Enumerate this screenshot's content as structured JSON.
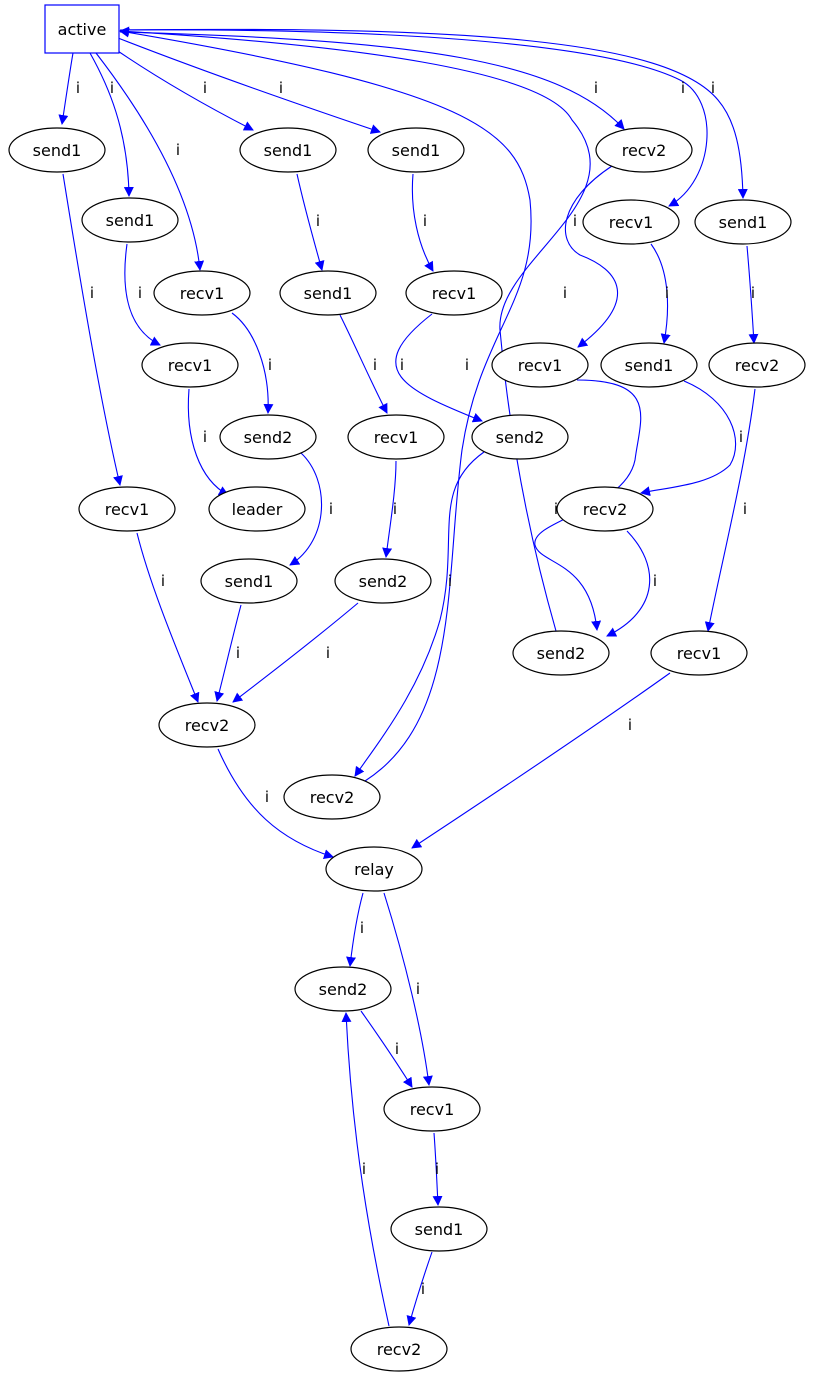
{
  "graph": {
    "edge_color": "#0000ff",
    "node_stroke_color": "#000000",
    "start_stroke_color": "#0000ff",
    "edge_label": "i",
    "nodes": [
      {
        "id": "n_active",
        "label": "active",
        "shape": "box"
      },
      {
        "id": "n_s1a",
        "label": "send1"
      },
      {
        "id": "n_s1b",
        "label": "send1"
      },
      {
        "id": "n_r1a",
        "label": "recv1"
      },
      {
        "id": "n_s1c",
        "label": "send1"
      },
      {
        "id": "n_s1d",
        "label": "send1"
      },
      {
        "id": "n_r2a",
        "label": "recv2"
      },
      {
        "id": "n_r1b",
        "label": "recv1"
      },
      {
        "id": "n_s1e",
        "label": "send1"
      },
      {
        "id": "n_r1c",
        "label": "recv1"
      },
      {
        "id": "n_s1f",
        "label": "send1"
      },
      {
        "id": "n_r1d",
        "label": "recv1"
      },
      {
        "id": "n_r1e",
        "label": "recv1"
      },
      {
        "id": "n_s1g",
        "label": "send1"
      },
      {
        "id": "n_r2b",
        "label": "recv2"
      },
      {
        "id": "n_s2a",
        "label": "send2"
      },
      {
        "id": "n_r1f",
        "label": "recv1"
      },
      {
        "id": "n_s2b",
        "label": "send2"
      },
      {
        "id": "n_r1g",
        "label": "recv1"
      },
      {
        "id": "n_leader",
        "label": "leader"
      },
      {
        "id": "n_r2c",
        "label": "recv2"
      },
      {
        "id": "n_s1h",
        "label": "send1"
      },
      {
        "id": "n_s2c",
        "label": "send2"
      },
      {
        "id": "n_s2d",
        "label": "send2"
      },
      {
        "id": "n_r1h",
        "label": "recv1"
      },
      {
        "id": "n_r2d",
        "label": "recv2"
      },
      {
        "id": "n_r2e",
        "label": "recv2"
      },
      {
        "id": "n_relay",
        "label": "relay"
      },
      {
        "id": "n_s2e",
        "label": "send2"
      },
      {
        "id": "n_r1i",
        "label": "recv1"
      },
      {
        "id": "n_s1i",
        "label": "send1"
      },
      {
        "id": "n_r2f",
        "label": "recv2"
      }
    ],
    "edges": [
      {
        "from": "n_active",
        "to": "n_s1a"
      },
      {
        "from": "n_active",
        "to": "n_s1b"
      },
      {
        "from": "n_active",
        "to": "n_r1a"
      },
      {
        "from": "n_active",
        "to": "n_s1c"
      },
      {
        "from": "n_active",
        "to": "n_s1d"
      },
      {
        "from": "n_active",
        "to": "n_r2a"
      },
      {
        "from": "n_active",
        "to": "n_r1b"
      },
      {
        "from": "n_active",
        "to": "n_s1e"
      },
      {
        "from": "n_s1a",
        "to": "n_r1g"
      },
      {
        "from": "n_s1b",
        "to": "n_r1d"
      },
      {
        "from": "n_r1d",
        "to": "n_leader"
      },
      {
        "from": "n_r1a",
        "to": "n_s2a"
      },
      {
        "from": "n_s2a",
        "to": "n_s1h"
      },
      {
        "from": "n_s1c",
        "to": "n_s1f"
      },
      {
        "from": "n_s1f",
        "to": "n_r1f"
      },
      {
        "from": "n_r1f",
        "to": "n_s2c"
      },
      {
        "from": "n_s1d",
        "to": "n_r1c"
      },
      {
        "from": "n_r1c",
        "to": "n_s2b"
      },
      {
        "from": "n_s2b",
        "to": "n_r2e"
      },
      {
        "from": "n_r2e",
        "to": "n_active"
      },
      {
        "from": "n_r2a",
        "to": "n_r1e"
      },
      {
        "from": "n_r1e",
        "to": "n_s2d"
      },
      {
        "from": "n_s2d",
        "to": "n_active"
      },
      {
        "from": "n_r1b",
        "to": "n_s1g"
      },
      {
        "from": "n_s1g",
        "to": "n_r2d"
      },
      {
        "from": "n_r2d",
        "to": "n_s2d"
      },
      {
        "from": "n_s1e",
        "to": "n_r2b"
      },
      {
        "from": "n_r2b",
        "to": "n_r1h"
      },
      {
        "from": "n_r1g",
        "to": "n_r2c"
      },
      {
        "from": "n_s1h",
        "to": "n_r2c"
      },
      {
        "from": "n_s2c",
        "to": "n_r2c"
      },
      {
        "from": "n_r2c",
        "to": "n_relay"
      },
      {
        "from": "n_r1h",
        "to": "n_relay"
      },
      {
        "from": "n_relay",
        "to": "n_s2e"
      },
      {
        "from": "n_relay",
        "to": "n_r1i"
      },
      {
        "from": "n_s2e",
        "to": "n_r1i"
      },
      {
        "from": "n_r1i",
        "to": "n_s1i"
      },
      {
        "from": "n_s1i",
        "to": "n_r2f"
      },
      {
        "from": "n_r2f",
        "to": "n_s2e"
      }
    ]
  }
}
